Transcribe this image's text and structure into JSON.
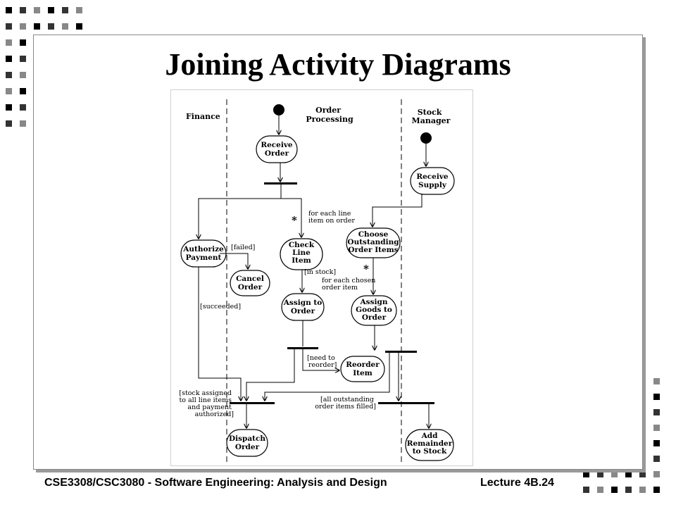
{
  "slide": {
    "title": "Joining Activity Diagrams"
  },
  "footer": {
    "course": "CSE3308/CSC3080 - Software Engineering: Analysis and Design",
    "lecture": "Lecture 4B.24"
  },
  "diagram": {
    "swimlanes": {
      "finance": "Finance",
      "order_processing": [
        "Order",
        "Processing"
      ],
      "stock_manager": [
        "Stock",
        "Manager"
      ]
    },
    "activities": {
      "receive_order": [
        "Receive",
        "Order"
      ],
      "receive_supply": [
        "Receive",
        "Supply"
      ],
      "authorize_payment": [
        "Authorize",
        "Payment"
      ],
      "check_line_item": [
        "Check",
        "Line",
        "Item"
      ],
      "choose_outstanding": [
        "Choose",
        "Outstanding",
        "Order Items"
      ],
      "cancel_order": [
        "Cancel",
        "Order"
      ],
      "assign_to_order": [
        "Assign to",
        "Order"
      ],
      "assign_goods": [
        "Assign",
        "Goods to",
        "Order"
      ],
      "reorder_item": [
        "Reorder",
        "Item"
      ],
      "dispatch_order": [
        "Dispatch",
        "Order"
      ],
      "add_remainder": [
        "Add",
        "Remainder",
        "to Stock"
      ]
    },
    "guards": {
      "for_each_line": [
        "for each line",
        "item on order"
      ],
      "failed": "[failed]",
      "in_stock": "[in stock]",
      "for_each_chosen": [
        "for each chosen",
        "order item"
      ],
      "succeeded": "[succeeded]",
      "need_reorder": [
        "[need to",
        "reorder]"
      ],
      "stock_assigned": [
        "[stock assigned",
        "to all line items",
        "and payment",
        "authorized]"
      ],
      "all_outstanding": [
        "[all outstanding",
        "order items filled]"
      ]
    },
    "multiplicity": "*"
  }
}
